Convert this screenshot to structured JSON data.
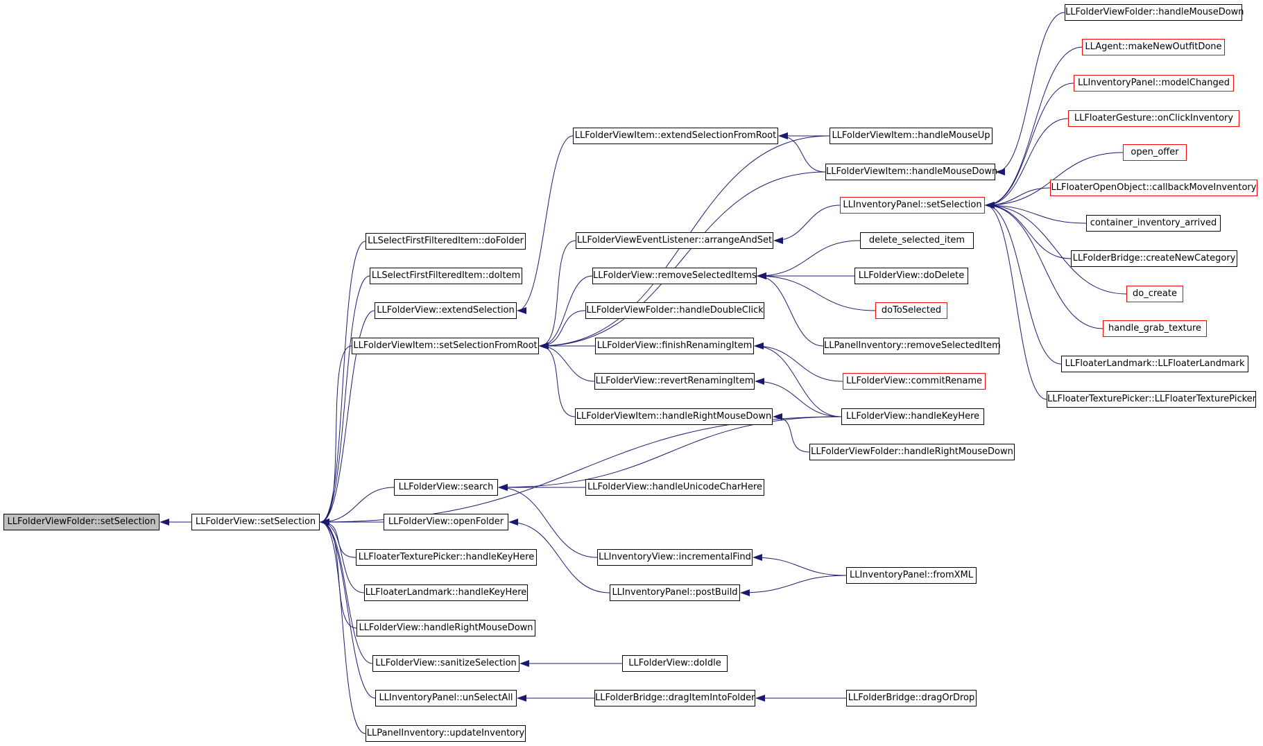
{
  "diagram": {
    "root": "LLFolderViewFolder::setSelection",
    "edge_color": "#191970",
    "node_border_default": "#000000",
    "node_border_linked": "#ff0000",
    "root_fill": "#bfbfbf",
    "nodes": {
      "n0": {
        "label": "LLFolderViewFolder::setSelection"
      },
      "n1": {
        "label": "LLFolderView::setSelection"
      },
      "n2": {
        "label": "LLSelectFirstFilteredItem::doFolder"
      },
      "n3": {
        "label": "LLSelectFirstFilteredItem::doItem"
      },
      "n4": {
        "label": "LLFolderView::extendSelection"
      },
      "n5": {
        "label": "LLFolderViewItem::setSelectionFromRoot"
      },
      "n6": {
        "label": "LLFolderView::search"
      },
      "n7": {
        "label": "LLFolderView::openFolder"
      },
      "n8": {
        "label": "LLFloaterTexturePicker::handleKeyHere"
      },
      "n9": {
        "label": "LLFloaterLandmark::handleKeyHere"
      },
      "n10": {
        "label": "LLFolderView::handleRightMouseDown"
      },
      "n11": {
        "label": "LLFolderView::sanitizeSelection"
      },
      "n12": {
        "label": "LLInventoryPanel::unSelectAll"
      },
      "n13": {
        "label": "LLPanelInventory::updateInventory"
      },
      "n14": {
        "label": "LLFolderViewItem::extendSelectionFromRoot"
      },
      "n15": {
        "label": "LLFolderViewEventListener::arrangeAndSet"
      },
      "n16": {
        "label": "LLFolderView::removeSelectedItems"
      },
      "n17": {
        "label": "LLFolderViewFolder::handleDoubleClick"
      },
      "n18": {
        "label": "LLFolderView::finishRenamingItem"
      },
      "n19": {
        "label": "LLFolderView::revertRenamingItem"
      },
      "n20": {
        "label": "LLFolderViewItem::handleRightMouseDown"
      },
      "n21": {
        "label": "LLFolderView::handleUnicodeCharHere"
      },
      "n22": {
        "label": "LLInventoryView::incrementalFind"
      },
      "n23": {
        "label": "LLInventoryPanel::postBuild"
      },
      "n24": {
        "label": "LLFolderView::doIdle"
      },
      "n25": {
        "label": "LLFolderBridge::dragItemIntoFolder"
      },
      "n26": {
        "label": "LLFolderViewItem::handleMouseUp"
      },
      "n27": {
        "label": "LLFolderViewItem::handleMouseDown"
      },
      "n28": {
        "label": "LLInventoryPanel::setSelection"
      },
      "n29": {
        "label": "delete_selected_item"
      },
      "n30": {
        "label": "LLFolderView::doDelete"
      },
      "n31": {
        "label": "doToSelected"
      },
      "n32": {
        "label": "LLPanelInventory::removeSelectedItem"
      },
      "n33": {
        "label": "LLFolderView::commitRename"
      },
      "n34": {
        "label": "LLFolderView::handleKeyHere"
      },
      "n35": {
        "label": "LLFolderViewFolder::handleRightMouseDown"
      },
      "n36": {
        "label": "LLInventoryPanel::fromXML"
      },
      "n37": {
        "label": "LLFolderBridge::dragOrDrop"
      },
      "n38": {
        "label": "LLFolderViewFolder::handleMouseDown"
      },
      "n39": {
        "label": "LLAgent::makeNewOutfitDone"
      },
      "n40": {
        "label": "LLInventoryPanel::modelChanged"
      },
      "n41": {
        "label": "LLFloaterGesture::onClickInventory"
      },
      "n42": {
        "label": "open_offer"
      },
      "n43": {
        "label": "LLFloaterOpenObject::callbackMoveInventory"
      },
      "n44": {
        "label": "container_inventory_arrived"
      },
      "n45": {
        "label": "LLFolderBridge::createNewCategory"
      },
      "n46": {
        "label": "do_create"
      },
      "n47": {
        "label": "handle_grab_texture"
      },
      "n48": {
        "label": "LLFloaterLandmark::LLFloaterLandmark"
      },
      "n49": {
        "label": "LLFloaterTexturePicker::LLFloaterTexturePicker"
      }
    }
  }
}
